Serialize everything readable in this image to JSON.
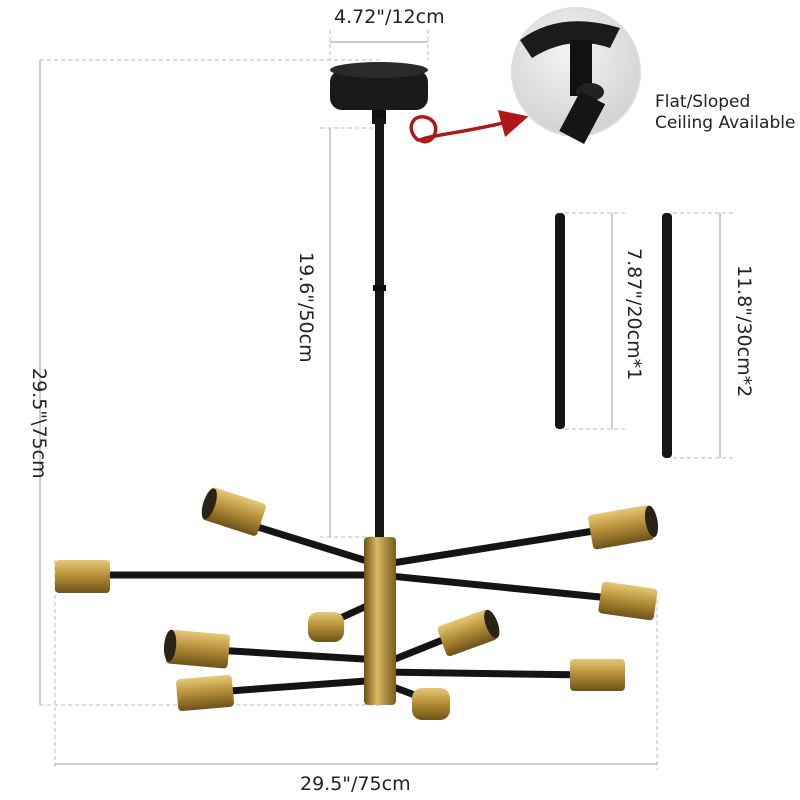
{
  "dimensions": {
    "canopy_width": "4.72\"/12cm",
    "rod_length": "19.6\"/50cm",
    "total_height": "29.5\"\\75cm",
    "total_width": "29.5\"/75cm",
    "extension_rod_short": "7.87\"/20cm*1",
    "extension_rod_long": "11.8\"/30cm*2"
  },
  "callout": {
    "line1": "Flat/Sloped",
    "line2": "Ceiling Available"
  },
  "colors": {
    "metal_black": "#161616",
    "brass": "#b8913a",
    "arrow_red": "#b01818",
    "dim_line": "#bfbfbf"
  }
}
